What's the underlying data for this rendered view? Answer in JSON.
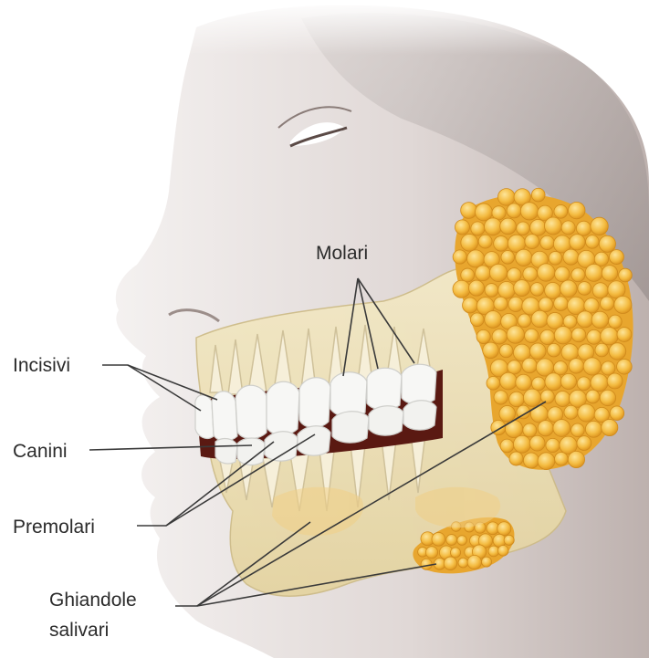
{
  "labels": {
    "molari": "Molari",
    "incisivi": "Incisivi",
    "canini": "Canini",
    "premolari": "Premolari",
    "ghiandole_line1": "Ghiandole",
    "ghiandole_line2": "salivari"
  },
  "colors": {
    "skin_light": "#f3f0ef",
    "skin_mid": "#d9d1cf",
    "skin_shadow": "#b8acaa",
    "bone": "#eee2b8",
    "bone_shadow": "#d8c890",
    "gland": "#f2b63a",
    "gland_highlight": "#fde08c",
    "tooth": "#f7f7f5",
    "gum_dark": "#4a1410",
    "leader": "#3a3a3a"
  }
}
